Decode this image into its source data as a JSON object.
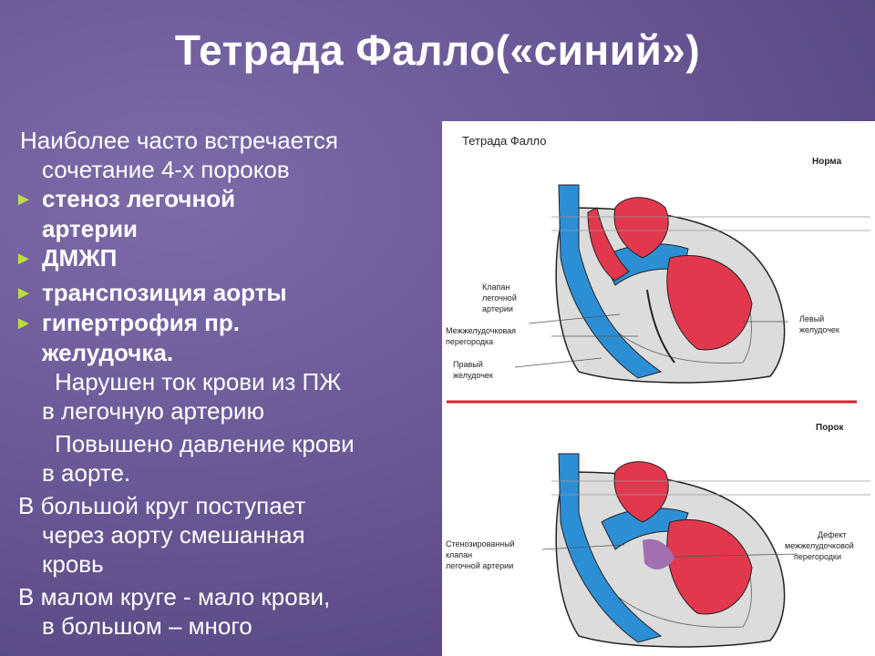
{
  "slide": {
    "title": "Тетрада  Фалло(«синий»)"
  },
  "text": {
    "intro_1": " Наиболее часто встречается",
    "intro_2": "сочетание 4-х  пороков",
    "bullets": [
      {
        "line1": "стеноз легочной",
        "line2": "артерии"
      },
      {
        "line1": "ДМЖП"
      },
      {
        "line1": "транспозиция аорты"
      },
      {
        "line1": "гипертрофия пр.",
        "line2": "желудочка."
      }
    ],
    "para1_1": "Нарушен ток крови из ПЖ",
    "para1_2": "в легочную артерию",
    "para2_1": "Повышено давление крови",
    "para2_2": "в аорте.",
    "para3_1": "В большой круг поступает",
    "para3_2": "через аорту смешанная",
    "para3_3": "кровь",
    "para4_1": "В малом круге - мало крови,",
    "para4_2": "в большом – много"
  },
  "diagram": {
    "title": "Тетрада Фалло",
    "normal_label": "Норма",
    "defect_label": "Порок",
    "labels_normal": {
      "valve_1": "Клапан",
      "valve_2": "легочной",
      "valve_3": "артерии",
      "septum_1": "Межжелудочковая",
      "septum_2": "перегородка",
      "right_v_1": "Правый",
      "right_v_2": "желудочек",
      "left_v_1": "Левый",
      "left_v_2": "желудочек"
    },
    "labels_defect": {
      "stenosis_1": "Стенозированный",
      "stenosis_2": "клапан",
      "stenosis_3": "легочной артерии",
      "vsd_1": "Дефект",
      "vsd_2": "межжелудочковой",
      "vsd_3": "перегородки"
    },
    "colors": {
      "venous_blue": "#2c8fd6",
      "arterial_red": "#e2384d",
      "divider_red": "#d8202a",
      "bullet_green": "#b9df3f"
    }
  }
}
